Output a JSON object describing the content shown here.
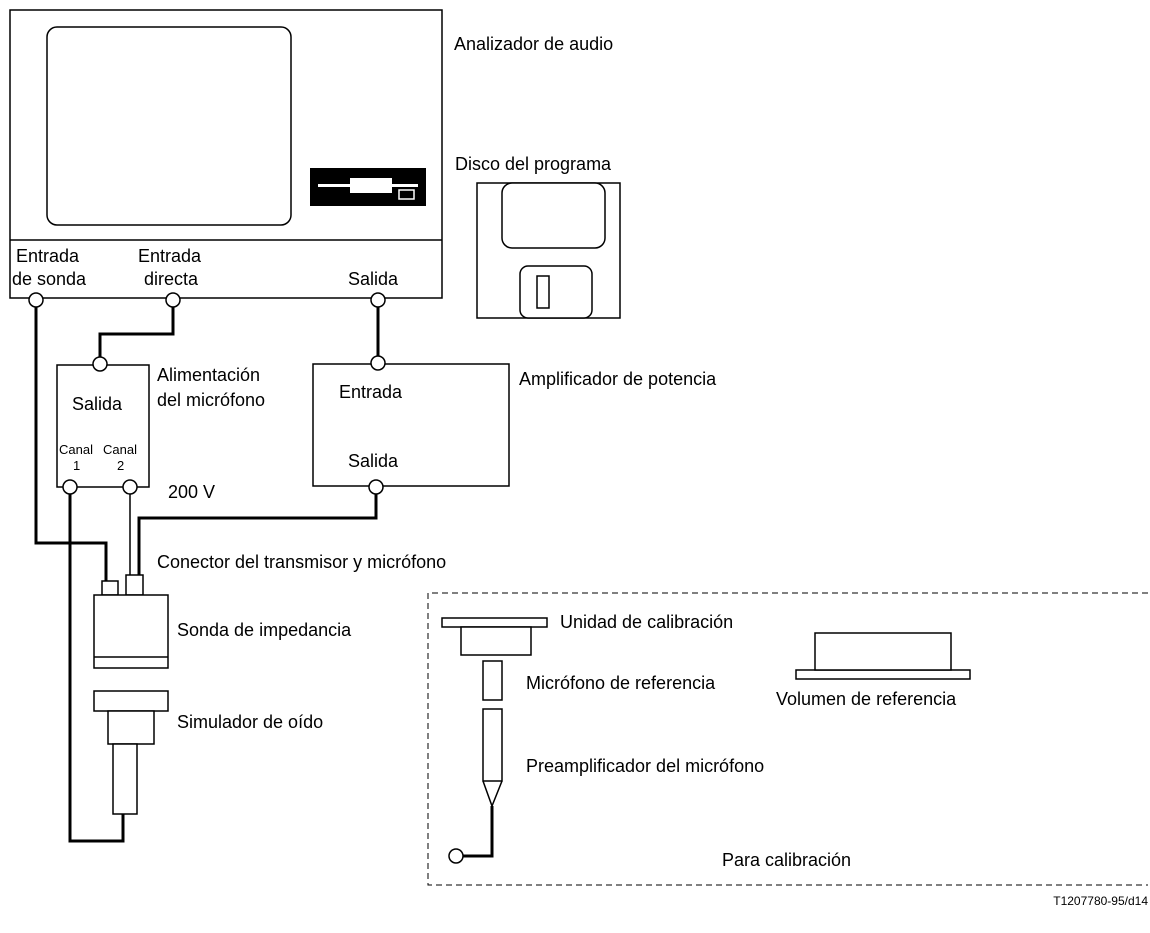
{
  "labels": {
    "audio_analyzer": "Analizador de audio",
    "program_disk": "Disco del programa",
    "probe_input_line1": "Entrada",
    "probe_input_line2": "de sonda",
    "direct_input_line1": "Entrada",
    "direct_input_line2": "directa",
    "analyzer_output": "Salida",
    "mic_power_line1": "Alimentación",
    "mic_power_line2": "del micrófono",
    "mic_power_output": "Salida",
    "channel1_line1": "Canal",
    "channel1_line2": "1",
    "channel2_line1": "Canal",
    "channel2_line2": "2",
    "voltage": "200 V",
    "power_amplifier": "Amplificador de potencia",
    "amp_input": "Entrada",
    "amp_output": "Salida",
    "connector": "Conector del transmisor y micrófono",
    "impedance_probe": "Sonda de impedancia",
    "ear_simulator": "Simulador de oído",
    "calibration_unit": "Unidad de calibración",
    "reference_microphone": "Micrófono de referencia",
    "reference_volume": "Volumen de referencia",
    "mic_preamplifier": "Preamplificador del micrófono",
    "for_calibration": "Para calibración",
    "figure_id": "T1207780-95/d14"
  }
}
